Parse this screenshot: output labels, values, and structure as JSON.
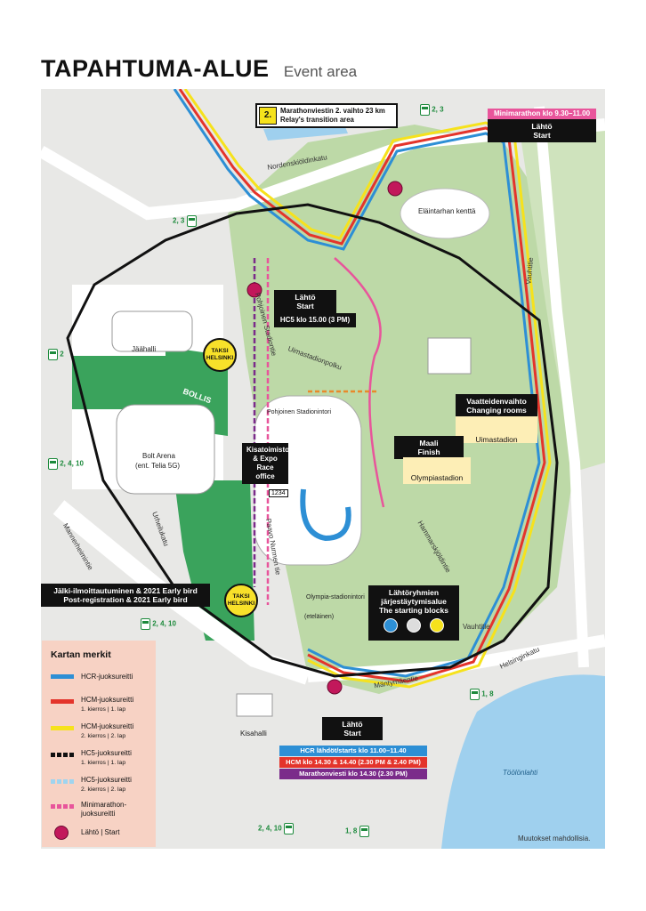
{
  "header": {
    "title": "TAPAHTUMA-ALUE",
    "subtitle": "Event area"
  },
  "boxes": {
    "relay": {
      "num": "2.",
      "line1": "Marathonviestin 2. vaihto 23 km",
      "line2": "Relay's transition area"
    },
    "minimarathon": {
      "time": "Minimarathon klo 9.30–11.00",
      "line1": "Lähtö",
      "line2": "Start"
    },
    "hc5start": {
      "line1": "Lähtö",
      "line2": "Start",
      "time": "HC5 klo 15.00 (3 PM)"
    },
    "changing": {
      "line1": "Vaatteidenvaihto",
      "line2": "Changing rooms",
      "place": "Uimastadion"
    },
    "finish": {
      "line1": "Maali",
      "line2": "Finish",
      "place": "Olympiastadion"
    },
    "raceoffice": {
      "line1": "Kisatoimisto",
      "line2": "& Expo",
      "line3": "Race office",
      "doors": "1234"
    },
    "postreg": {
      "line1": "Jälki-ilmoittautuminen & 2021 Early bird",
      "line2": "Post-registration & 2021 Early bird"
    },
    "blocks": {
      "line1": "Lähtöryhmien",
      "line2": "järjestäytymisalue",
      "line3": "The starting blocks"
    },
    "mainstart": {
      "line1": "Lähtö",
      "line2": "Start",
      "hcr": "HCR lähdöt/starts klo 11.00–11.40",
      "hcm": "HCM klo 14.30 & 14.40 (2.30 PM & 2.40 PM)",
      "relay": "Marathonviesti klo 14.30 (2.30 PM)"
    }
  },
  "streets": {
    "nordenskiold": "Nordenskiöldinkatu",
    "vauhtitie": "Vauhtitie",
    "pohjoinenstadiontie": "Pohjoinen Stadiontie",
    "uimastadionpolku": "Uimastadionpolku",
    "urheilukatu": "Urheilukatu",
    "paavo": "Paavo Nurmen tie",
    "mannerheimintie": "Mannerheimintie",
    "hammarskjoldintie": "Hammarskjöldintie",
    "helsinginkatu": "Helsinginkatu",
    "vauhtitie2": "Vauhtitie",
    "mantymaentie": "Mäntymäentie"
  },
  "places": {
    "elaintarha": "Eläintarhan kenttä",
    "jaahalli": "Jäähalli",
    "bollis": "BOLLIS",
    "boltarena": "Bolt Arena",
    "boltarena2": "(ent. Telia 5G)",
    "pohjoinenstadionintori": "Pohjoinen Stadionintori",
    "olympiastadionintori": "Olympia-stadionintori",
    "olympiastadionintori2": "(eteläinen)",
    "kisahalli": "Kisahalli",
    "toolonlahti": "Töölönlahti",
    "taxi1": "TAKSI HELSINKI",
    "taxi2": "TAKSI HELSINKI"
  },
  "trams": {
    "t1": "2, 3",
    "t2": "2, 3",
    "t3": "2",
    "t4": "2, 4, 10",
    "t5": "2, 4, 10",
    "t6": "1, 8",
    "t7": "2, 4, 10",
    "t8": "1, 8"
  },
  "legend": {
    "title": "Kartan merkit",
    "items": [
      {
        "label": "HCR-juoksureitti",
        "sub": "",
        "color": "#2d8fd5"
      },
      {
        "label": "HCM-juoksureitti",
        "sub": "1. kierros | 1. lap",
        "color": "#e4342b"
      },
      {
        "label": "HCM-juoksureitti",
        "sub": "2. kierros | 2. lap",
        "color": "#f6e21c"
      },
      {
        "label": "HC5-juoksureitti",
        "sub": "1. kierros | 1. lap",
        "color": "#111111"
      },
      {
        "label": "HC5-juoksureitti",
        "sub": "2. kierros | 2. lap",
        "color": "#9fd4ef"
      },
      {
        "label": "Minimarathon-",
        "sub": "juoksureitti",
        "color": "#e8559b"
      },
      {
        "label": "Lähtö | Start",
        "sub": "",
        "color": "#c2185b"
      }
    ]
  },
  "note": "Muutokset mahdollisia.",
  "colors": {
    "park": "#bdd9a7",
    "green": "#3aa35c",
    "road": "#ececec",
    "water": "#9fd0ee"
  }
}
